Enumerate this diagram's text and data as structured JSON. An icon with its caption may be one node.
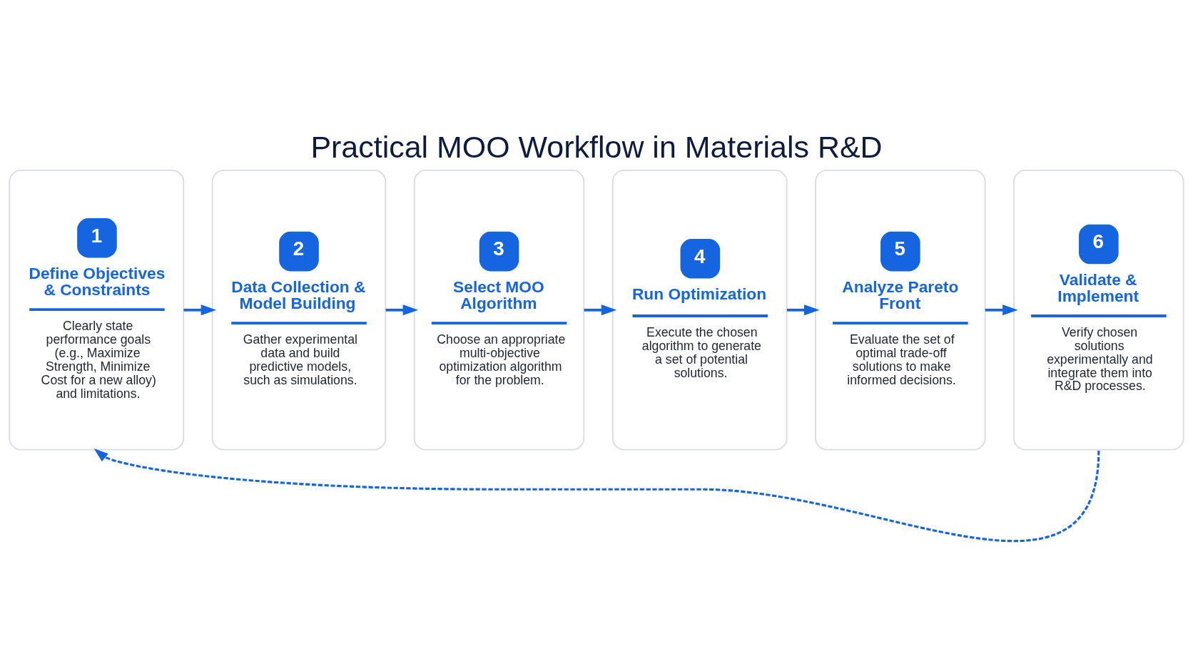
{
  "diagram": {
    "title": "Practical MOO Workflow in Materials R&D",
    "nodes": [
      {
        "text": [
          "1",
          "Define Objectives & Constraints",
          "Clearly state performance goals (e.g., Maximize Strength, Minimize Cost for a new alloy) and limitations."
        ]
      },
      {
        "text": [
          "2",
          "Data Collection & Model Building",
          "Gather experimental data and build predictive models, such as simulations."
        ]
      },
      {
        "text": [
          "3",
          "Select MOO Algorithm",
          "Choose an appropriate multi-objective optimization algorithm for the problem."
        ]
      },
      {
        "text": [
          "4",
          "Run Optimization",
          "Execute the chosen algorithm to generate a set of potential solutions."
        ]
      },
      {
        "text": [
          "5",
          "Analyze Pareto Front",
          "Evaluate the set of optimal trade-off solutions to make informed decisions."
        ]
      },
      {
        "text": [
          "6",
          "Validate & Implement",
          "Verify chosen solutions experimentally and integrate them into R&D processes."
        ]
      }
    ],
    "edges": [
      {
        "from": 0,
        "to": 1,
        "arrow": "to"
      },
      {
        "from": 1,
        "to": 2,
        "arrow": "to"
      },
      {
        "from": 2,
        "to": 3,
        "arrow": "to"
      },
      {
        "from": 3,
        "to": 4,
        "arrow": "to"
      },
      {
        "from": 4,
        "to": 5,
        "arrow": "to"
      },
      {
        "from": 5,
        "to": 0,
        "arrow": "to",
        "style": "dashed"
      }
    ]
  }
}
